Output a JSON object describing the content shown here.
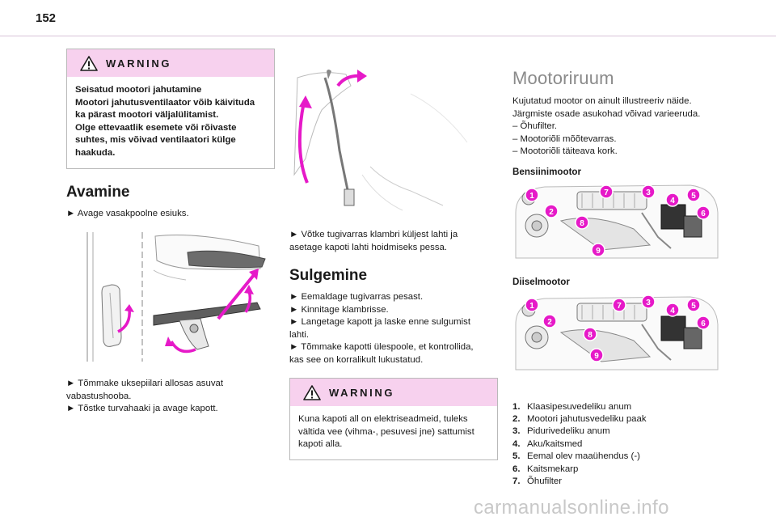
{
  "page": {
    "number": "152"
  },
  "col1": {
    "warning": {
      "title": "WARNING",
      "lines": [
        "Seisatud mootori jahutamine",
        "Mootori jahutusventilaator võib käivituda",
        "ka pärast mootori väljalülitamist.",
        "Olge ettevaatlik esemete või rõivaste",
        "suhtes, mis võivad ventilaatori külge",
        "haakuda."
      ]
    },
    "title": "Avamine",
    "step1": "► Avage vasakpoolne esiuks.",
    "step2a": "► Tõmmake uksepiilari allosas asuvat",
    "step2b": "vabastushooba.",
    "step3": "► Tõstke turvahaaki ja avage kapott."
  },
  "col2": {
    "step_a": "► Võtke tugivarras klambri küljest lahti ja",
    "step_b": "asetage kapoti lahti hoidmiseks pessa.",
    "title": "Sulgemine",
    "s1": "► Eemaldage tugivarras pesast.",
    "s2": "► Kinnitage klambrisse.",
    "s3a": "► Langetage kapott ja laske enne sulgumist",
    "s3b": "lahti.",
    "s4a": "► Tõmmake kapotti ülespoole, et kontrollida,",
    "s4b": "kas see on korralikult lukustatud.",
    "warning": {
      "title": "WARNING",
      "lines": [
        "Kuna kapoti all on elektriseadmeid, tuleks",
        "vältida vee (vihma-, pesuvesi jne) sattumist",
        "kapoti alla."
      ]
    }
  },
  "col3": {
    "title": "Mootoriruum",
    "intro": [
      "Kujutatud mootor on ainult illustreeriv näide.",
      "Järgmiste osade asukohad võivad varieeruda.",
      "–  Õhufilter.",
      "–  Mootoriõli mõõtevarras.",
      "–  Mootoriõli täiteava kork."
    ],
    "petrol_title": "Bensiinimootor",
    "diesel_title": "Diiselmootor",
    "legend": [
      {
        "num": "1.",
        "text": "Klaasipesuvedeliku anum"
      },
      {
        "num": "2.",
        "text": "Mootori jahutusvedeliku paak"
      },
      {
        "num": "3.",
        "text": "Pidurivedeliku anum"
      },
      {
        "num": "4.",
        "text": "Aku/kaitsmed"
      },
      {
        "num": "5.",
        "text": "Eemal olev maaühendus (-)"
      },
      {
        "num": "6.",
        "text": "Kaitsmekarp"
      },
      {
        "num": "7.",
        "text": "Õhufilter"
      }
    ],
    "callouts_petrol": [
      "1",
      "2",
      "7",
      "8",
      "3",
      "4",
      "5",
      "6",
      "9"
    ],
    "callouts_diesel": [
      "1",
      "2",
      "7",
      "8",
      "3",
      "4",
      "5",
      "6",
      "9"
    ]
  },
  "watermark": "carmanualsonline.info",
  "colors": {
    "accent": "#e619c8",
    "warning_head": "#f7d1ee",
    "rule": "#d8c3d8"
  }
}
